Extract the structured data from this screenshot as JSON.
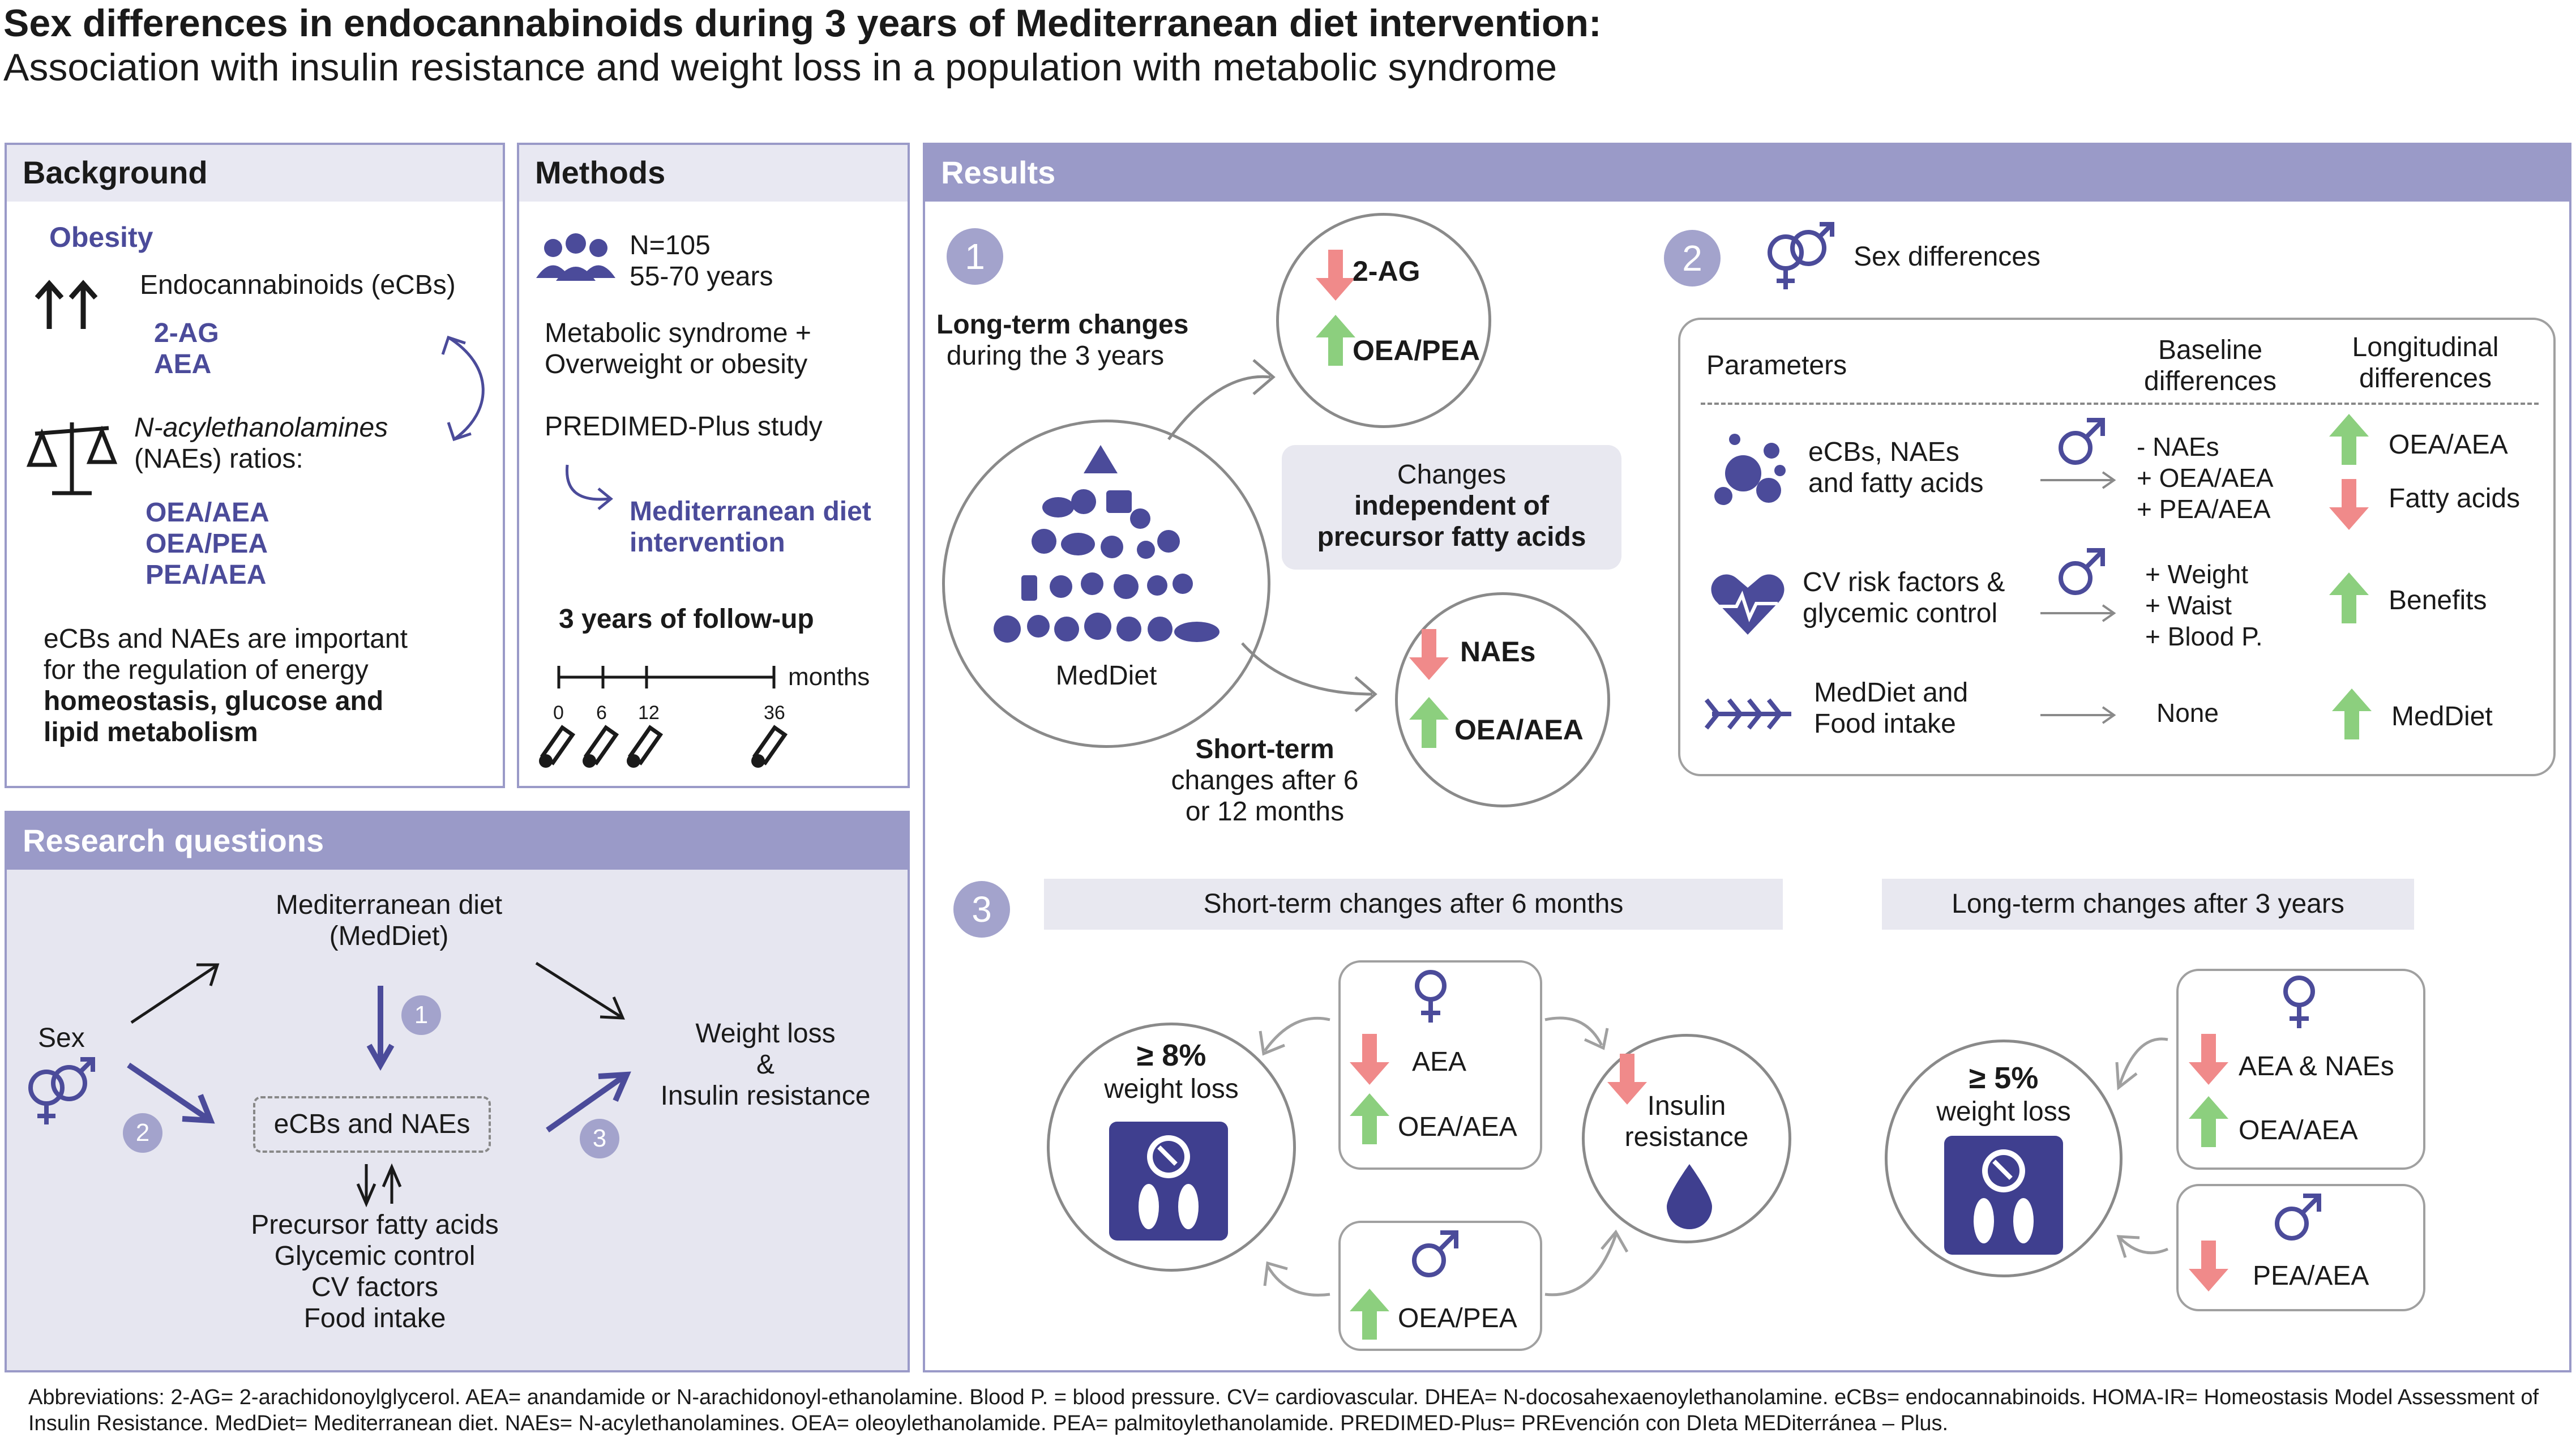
{
  "header": {
    "title": "Sex differences in endocannabinoids during 3 years of Mediterranean diet intervention:",
    "subtitle": "Association with insulin resistance and weight loss in a population with metabolic syndrome"
  },
  "background": {
    "heading": "Background",
    "obesity": "Obesity",
    "ecbs_line": "Endocannabinoids (eCBs)",
    "ecb_items": [
      "2-AG",
      "AEA"
    ],
    "naes_line1": "N-acylethanolamines",
    "naes_line2": "(NAEs) ratios:",
    "nae_items": [
      "OEA/AEA",
      "OEA/PEA",
      "PEA/AEA"
    ],
    "para": [
      "eCBs and NAEs are important",
      "for the regulation of energy",
      "homeostasis, glucose and",
      "lipid metabolism"
    ]
  },
  "methods": {
    "heading": "Methods",
    "n": "N=105",
    "age": "55-70 years",
    "criteria": [
      "Metabolic syndrome +",
      "Overweight or obesity"
    ],
    "study": "PREDIMED-Plus study",
    "intervention": [
      "Mediterranean diet",
      "intervention"
    ],
    "followup": "3 years of follow-up",
    "timeline_unit": "months",
    "timeline_ticks": [
      "0",
      "6",
      "12",
      "36"
    ]
  },
  "research": {
    "heading": "Research questions",
    "medd": [
      "Mediterranean diet",
      "(MedDiet)"
    ],
    "sex": "Sex",
    "outcome": [
      "Weight loss",
      "&",
      "Insulin resistance"
    ],
    "mediator": "eCBs and NAEs",
    "covariates": [
      "Precursor fatty acids",
      "Glycemic control",
      "CV factors",
      "Food intake"
    ],
    "nums": [
      "1",
      "2",
      "3"
    ]
  },
  "results": {
    "heading": "Results",
    "s1": {
      "num": "1",
      "long_label": [
        "Long-term changes",
        "during the 3 years"
      ],
      "long_items": [
        "2-AG",
        "OEA/PEA"
      ],
      "meddiet": "MedDiet",
      "independent": [
        "Changes",
        "independent of",
        "precursor fatty acids"
      ],
      "short_items": [
        "NAEs",
        "OEA/AEA"
      ],
      "short_label": [
        "Short-term",
        "changes after 6",
        "or 12 months"
      ]
    },
    "s2": {
      "num": "2",
      "title": "Sex differences",
      "col_params": "Parameters",
      "col_baseline": [
        "Baseline",
        "differences"
      ],
      "col_long": [
        "Longitudinal",
        "differences"
      ],
      "rows": [
        {
          "param": [
            "eCBs, NAEs",
            "and fatty acids"
          ],
          "baseline": [
            "- NAEs",
            "+ OEA/AEA",
            "+ PEA/AEA"
          ],
          "long": [
            "OEA/AEA",
            "Fatty acids"
          ]
        },
        {
          "param": [
            "CV risk factors &",
            "glycemic control"
          ],
          "baseline": [
            "+ Weight",
            "+ Waist",
            "+ Blood P."
          ],
          "long": [
            "Benefits"
          ]
        },
        {
          "param": [
            "MedDiet and",
            "Food intake"
          ],
          "baseline": [
            "None"
          ],
          "long": [
            "MedDiet"
          ]
        }
      ]
    },
    "s3": {
      "num": "3",
      "short_title": "Short-term changes after 6 months",
      "long_title": "Long-term changes after 3 years",
      "wl8": [
        "≥ 8%",
        "weight loss"
      ],
      "female_items": [
        "AEA",
        "OEA/AEA"
      ],
      "male_items": [
        "OEA/PEA"
      ],
      "insulin": [
        "Insulin",
        "resistance"
      ],
      "wl5": [
        "≥ 5%",
        "weight loss"
      ],
      "female_long": [
        "AEA & NAEs",
        "OEA/AEA"
      ],
      "male_long": [
        "PEA/AEA"
      ]
    }
  },
  "abbreviations": "Abbreviations: 2-AG= 2-arachidonoylglycerol. AEA= anandamide or N-arachidonoyl-ethanolamine. Blood P. = blood pressure. CV= cardiovascular. DHEA= N-docosahexaenoylethanolamine. eCBs= endocannabinoids. HOMA-IR= Homeostasis Model Assessment of Insulin Resistance. MedDiet= Mediterranean diet. NAEs= N-acylethanolamines. OEA= oleoylethanolamide. PEA= palmitoylethanolamide. PREDIMED-Plus= PREvención con DIeta MEDiterránea – Plus.",
  "colors": {
    "purple": "#4b4b9a",
    "panel": "#9a9ac8",
    "up": "#8ccf7e",
    "down": "#f08a8a"
  },
  "icons": [
    "people-icon",
    "double-up-arrow-icon",
    "scale-balance-icon",
    "curved-arrow-icon",
    "test-tube-icon",
    "female-symbol-icon",
    "male-symbol-icon",
    "gender-symbol-icon",
    "molecules-icon",
    "heart-pulse-icon",
    "fish-bone-icon",
    "weighing-scale-icon",
    "drop-icon",
    "up-arrow-icon",
    "down-arrow-icon",
    "food-pyramid-icon"
  ]
}
